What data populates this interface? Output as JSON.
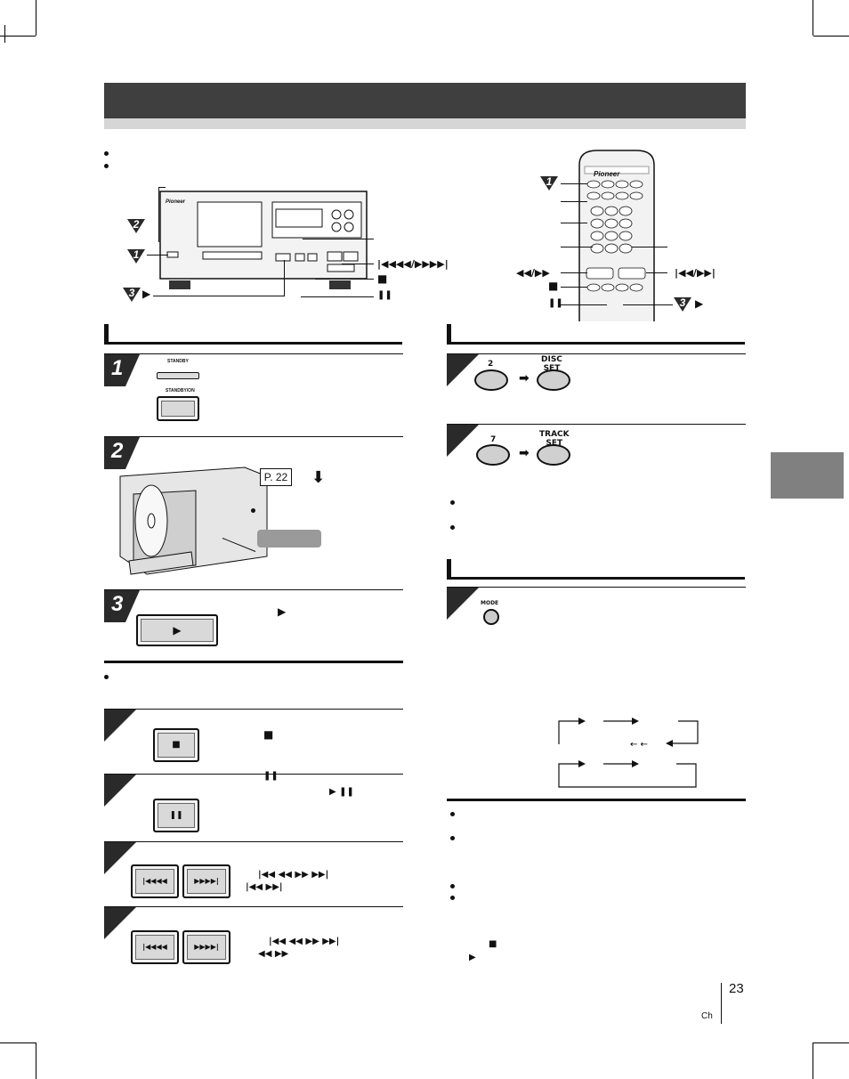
{
  "page": {
    "number": "23",
    "lang_code": "Ch"
  },
  "icons": {
    "play": "▶",
    "stop": "■",
    "pause": "❚❚",
    "skip": "|◀◀◀◀/▶▶▶▶|",
    "search_remote": "◀◀/▶▶",
    "skip_remote": "|◀◀/▶▶|",
    "arrow_down": "⬇",
    "arrow_right": "➡"
  },
  "player_diagram": {
    "callouts": [
      "2",
      "1",
      "3"
    ],
    "brand": "Pioneer"
  },
  "remote_diagram": {
    "callouts": [
      "1",
      "3"
    ],
    "brand": "Pioneer"
  },
  "left_steps": {
    "step1": "1",
    "step2": "2",
    "step3": "3",
    "standby_label": "STANDBY",
    "power_label": "STANDBY/ON",
    "page_ref": "P. 22"
  },
  "right_steps": {
    "disc_key": "2",
    "disc_set": "DISC\nSET",
    "track_key": "7",
    "track_set": "TRACK\nSET",
    "mode_label": "MODE"
  },
  "reference_icons": {
    "skip_labels": "|◀◀ ◀◀ ▶▶ ▶▶|",
    "skip_labels_2": "|◀◀ ▶▶|",
    "search_labels": "◀◀ ▶▶",
    "play_or_pause": "▶  ❚❚"
  }
}
